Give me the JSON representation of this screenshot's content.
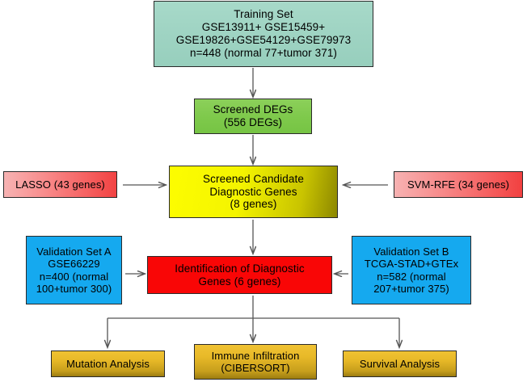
{
  "diagram": {
    "title": "Study workflow flowchart",
    "colors": {
      "training": "#9ed3c2",
      "degs": "#7ec94b",
      "candidate": "#f4f400",
      "feature_selection": "#f56262",
      "validation": "#15a9ef",
      "identification": "#f90606",
      "downstream": "#e8b928",
      "connector": "#555555"
    },
    "nodes": {
      "training_set": {
        "label": "Training Set\nGSE13911+ GSE15459+\nGSE19826+GSE54129+GSE79973\nn=448 (normal 77+tumor 371)"
      },
      "screened_degs": {
        "label": "Screened DEGs\n(556 DEGs)"
      },
      "lasso": {
        "label": "LASSO (43 genes)"
      },
      "svm_rfe": {
        "label": "SVM-RFE (34 genes)"
      },
      "candidate_genes": {
        "label": "Screened Candidate\nDiagnostic Genes\n(8 genes)"
      },
      "validation_set_a": {
        "label": "Validation Set A\nGSE66229\nn=400 (normal\n100+tumor 300)"
      },
      "validation_set_b": {
        "label": "Validation Set B\nTCGA-STAD+GTEx\nn=582 (normal\n207+tumor 375)"
      },
      "identification": {
        "label": "Identification of Diagnostic\nGenes (6 genes)"
      },
      "mutation_analysis": {
        "label": "Mutation Analysis"
      },
      "immune_infiltration": {
        "label": "Immune Infiltration\n(CIBERSORT)"
      },
      "survival_analysis": {
        "label": "Survival Analysis"
      }
    },
    "edges": [
      {
        "name": "training-to-degs",
        "from": "training_set",
        "to": "screened_degs",
        "direction": "down"
      },
      {
        "name": "degs-to-candidate",
        "from": "screened_degs",
        "to": "candidate_genes",
        "direction": "down"
      },
      {
        "name": "lasso-to-candidate",
        "from": "lasso",
        "to": "candidate_genes",
        "direction": "right"
      },
      {
        "name": "svmrfe-to-candidate",
        "from": "svm_rfe",
        "to": "candidate_genes",
        "direction": "left"
      },
      {
        "name": "candidate-to-identification",
        "from": "candidate_genes",
        "to": "identification",
        "direction": "down"
      },
      {
        "name": "valA-to-identification",
        "from": "validation_set_a",
        "to": "identification",
        "direction": "right"
      },
      {
        "name": "valB-to-identification",
        "from": "validation_set_b",
        "to": "identification",
        "direction": "left"
      },
      {
        "name": "identification-to-mutation",
        "from": "identification",
        "to": "mutation_analysis",
        "direction": "down"
      },
      {
        "name": "identification-to-immune",
        "from": "identification",
        "to": "immune_infiltration",
        "direction": "down"
      },
      {
        "name": "identification-to-survival",
        "from": "identification",
        "to": "survival_analysis",
        "direction": "down"
      }
    ]
  }
}
